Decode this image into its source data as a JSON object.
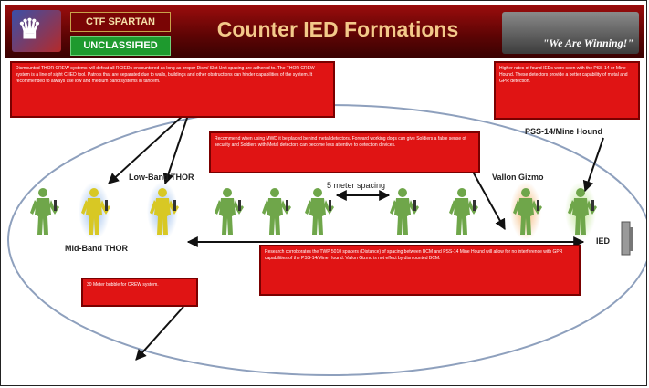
{
  "header": {
    "unit_label": "CTF SPARTAN",
    "classification": "UNCLASSIFIED",
    "title": "Counter IED Formations",
    "motto": "\"We Are Winning!\""
  },
  "labels": {
    "low_band": "Low-Band THOR",
    "mid_band": "Mid-Band THOR",
    "spacing": "5 meter spacing",
    "vallon": "Vallon Gizmo",
    "pss": "PSS-14/Mine Hound",
    "ied": "IED"
  },
  "notes": {
    "thor": "Dismounted THOR CREW systems will defeat all RCIEDs encountered as long as proper Dism/ Slot Unit spacing are adhered to. The THOR CREW system is a line of sight C-IED tool. Patrols that are separated due to walls, buildings and other obstructions can hinder capabilities of the system. It recommended to always use low and medium band systems in tandem.",
    "hound": "Higher rates of found IEDs were seen with the PSS-14 or Mine Hound. These detectors provide a better capability of metal and GPR detection.",
    "mwd": "Recommend when using MWD it be placed behind metal detectors. Forward working dogs can give Soldiers a false sense of security and Soldiers with Metal detectors can become less attentive to detection devices.",
    "spacing": "Research corroborates the TWP 5010 spacers (Distance) of spacing between BCM and PSS-14 Mine Hound will allow for no interference with GPR capabilities of the PSS-14/Mine Hound. Vallon Gizmo is not effect by dismounted BCM.",
    "radius": "30 Meter bubble for CREW system."
  },
  "colors": {
    "soldier": "#6fa64a",
    "thor_soldier": "#d8c824",
    "blue_glow": "#8fb6ea",
    "orange_glow": "#f2b06a",
    "green_glow": "#b9e08a",
    "note_red": "#e01414"
  }
}
